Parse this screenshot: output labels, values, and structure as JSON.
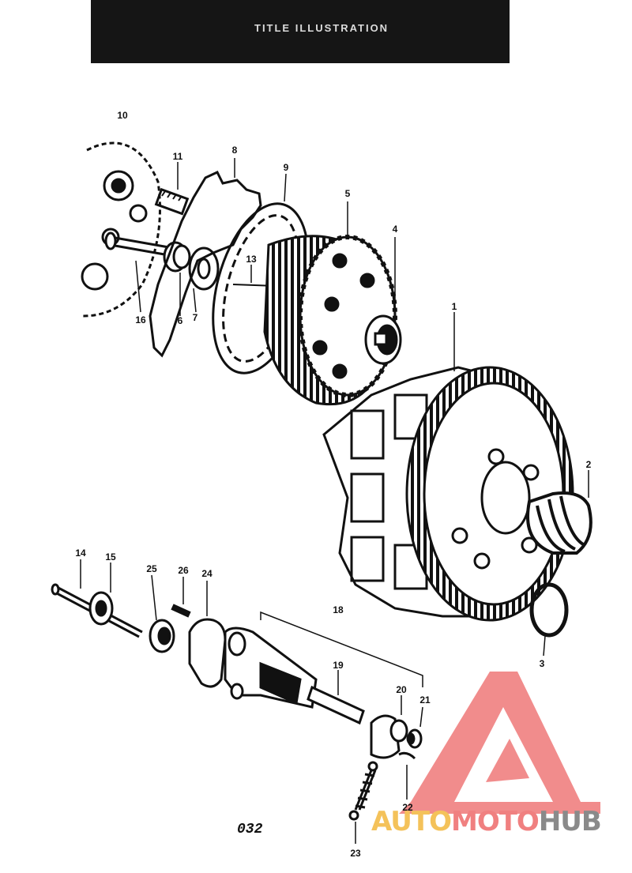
{
  "header": {
    "title": "TITLE ILLUSTRATION"
  },
  "page_number": "032",
  "watermark": {
    "brand_part1": "AUTO",
    "brand_part2": "MOTO",
    "brand_part3": "HUB",
    "colors": {
      "auto": "#f4c25a",
      "moto": "#f08080",
      "hub": "#8a8a8a",
      "logo": "#f08080"
    }
  },
  "parts": [
    {
      "id": "label-1",
      "text": "1"
    },
    {
      "id": "label-2",
      "text": "2"
    },
    {
      "id": "label-3",
      "text": "3"
    },
    {
      "id": "label-4",
      "text": "4"
    },
    {
      "id": "label-5",
      "text": "5"
    },
    {
      "id": "label-6",
      "text": "6"
    },
    {
      "id": "label-7",
      "text": "7"
    },
    {
      "id": "label-8",
      "text": "8"
    },
    {
      "id": "label-9",
      "text": "9"
    },
    {
      "id": "label-10",
      "text": "10"
    },
    {
      "id": "label-11",
      "text": "11"
    },
    {
      "id": "label-13",
      "text": "13"
    },
    {
      "id": "label-14",
      "text": "14"
    },
    {
      "id": "label-15",
      "text": "15"
    },
    {
      "id": "label-16",
      "text": "16"
    },
    {
      "id": "label-18",
      "text": "18"
    },
    {
      "id": "label-19",
      "text": "19"
    },
    {
      "id": "label-20",
      "text": "20"
    },
    {
      "id": "label-21",
      "text": "21"
    },
    {
      "id": "label-22",
      "text": "22"
    },
    {
      "id": "label-23",
      "text": "23"
    },
    {
      "id": "label-24",
      "text": "24"
    },
    {
      "id": "label-25",
      "text": "25"
    },
    {
      "id": "label-26",
      "text": "26"
    }
  ]
}
